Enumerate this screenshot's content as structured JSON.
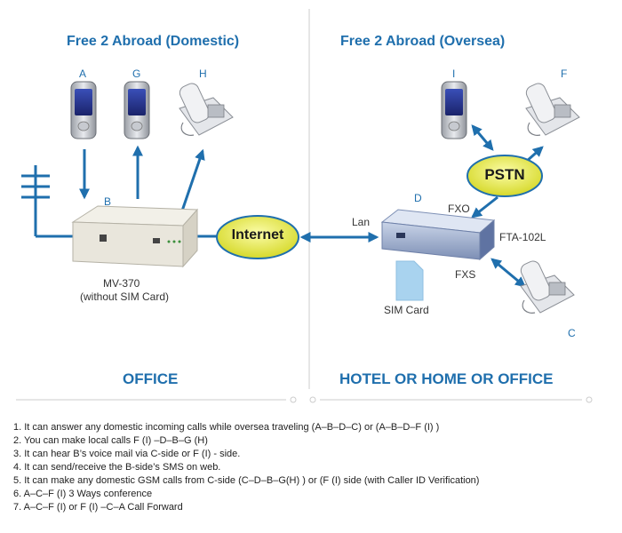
{
  "titles": {
    "domestic": "Free 2 Abroad (Domestic)",
    "oversea": "Free 2 Abroad (Oversea)"
  },
  "sections": {
    "office": "OFFICE",
    "hotel": "HOTEL OR HOME OR OFFICE"
  },
  "nodes": {
    "a": "A",
    "g": "G",
    "h": "H",
    "b": "B",
    "i": "I",
    "f": "F",
    "d": "D",
    "c": "C",
    "internet": "Internet",
    "pstn": "PSTN"
  },
  "device_labels": {
    "mv370_name": "MV-370",
    "mv370_note": "(without SIM Card)",
    "lan": "Lan",
    "fxo": "FXO",
    "fxs": "FXS",
    "fta": "FTA-102L",
    "sim": "SIM Card"
  },
  "notes": [
    "1. It can answer any domestic incoming calls while oversea traveling (A–B–D–C) or (A–B–D–F (I) )",
    "2. You can make local calls F (I) –D–B–G (H)",
    "3. It can hear B’s voice mail via C-side or F (I) - side.",
    "4. It can send/receive the B-side’s SMS on web.",
    "5. It can make any domestic GSM calls from C-side (C–D–B–G(H) ) or (F (I) side (with Caller ID Verification)",
    "6. A–C–F (I) 3 Ways conference",
    "7. A–C–F (I) or F (I) –C–A Call Forward"
  ],
  "colors": {
    "accent": "#1f6fad",
    "bubble_fill": "#e9ec3c",
    "sim_card": "#a9d3ef"
  }
}
